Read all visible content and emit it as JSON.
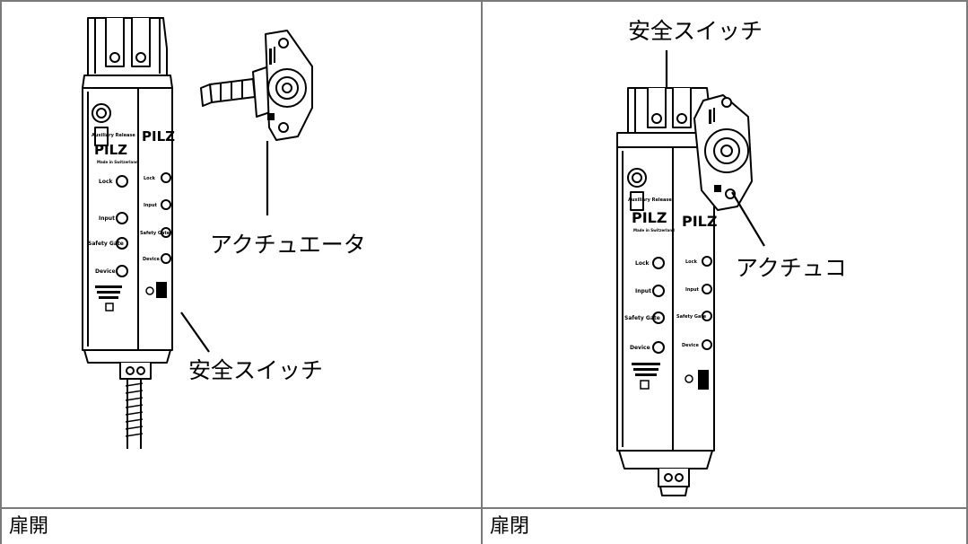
{
  "cells": [
    {
      "caption": "扉開",
      "labels": {
        "actuator": "アクチュエータ",
        "safety_switch": "安全スイッチ"
      }
    },
    {
      "caption": "扉閉",
      "labels": {
        "actuator": "アクチュコ",
        "safety_switch": "安全スイッチ"
      }
    }
  ],
  "device_markings": {
    "brand": "PILZ",
    "auxiliary_release": "Auxiliary Release",
    "made_in": "Made in Switzerland",
    "leds": [
      "Lock",
      "Input",
      "Safety Gate",
      "Device"
    ]
  },
  "colors": {
    "grid": "#7a7a7a",
    "ink": "#000000",
    "background": "#ffffff"
  }
}
